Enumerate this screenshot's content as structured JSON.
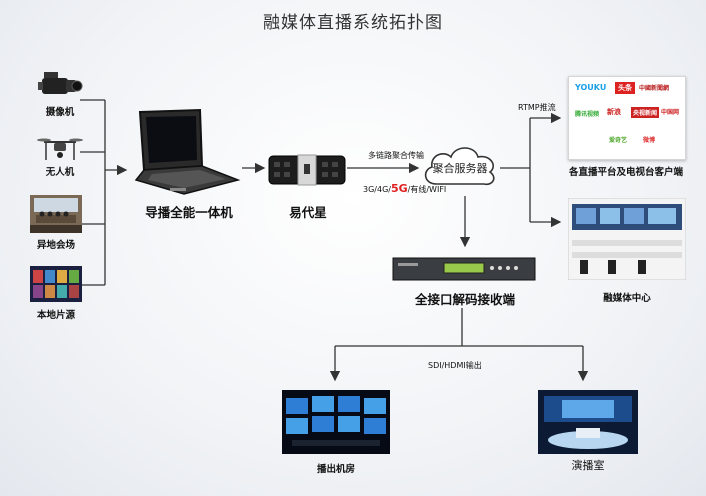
{
  "title": "融媒体直播系统拓扑图",
  "sources": [
    "摄像机",
    "无人机",
    "异地会场",
    "本地片源"
  ],
  "devices": {
    "encoder": "导播全能一体机",
    "yidaixing": "易代星",
    "cloud": "聚合服务器",
    "decoder": "全接口解码接收端"
  },
  "links": {
    "aggregation": "多链路聚合传输",
    "network_prefix": "3G/4G/",
    "network_5g": "5G",
    "network_suffix": "/有线/WIFI",
    "rtmp": "RTMP推流",
    "sdi": "SDI/HDMI输出"
  },
  "destinations": {
    "platforms": "各直播平台及电视台客户端",
    "media_center": "融媒体中心",
    "playout": "播出机房",
    "studio": "演播室"
  },
  "platform_logos": {
    "youku": "YOUKU",
    "toutiao": "头条",
    "dushibao": "中國新聞網",
    "sina": "新浪",
    "cctv": "央视新闻",
    "china": "中国网",
    "iqiyi": "爱奇艺",
    "weibo": "微博",
    "tencent": "腾讯视频"
  },
  "colors": {
    "line": "#333333",
    "highlight": "#e02020"
  }
}
